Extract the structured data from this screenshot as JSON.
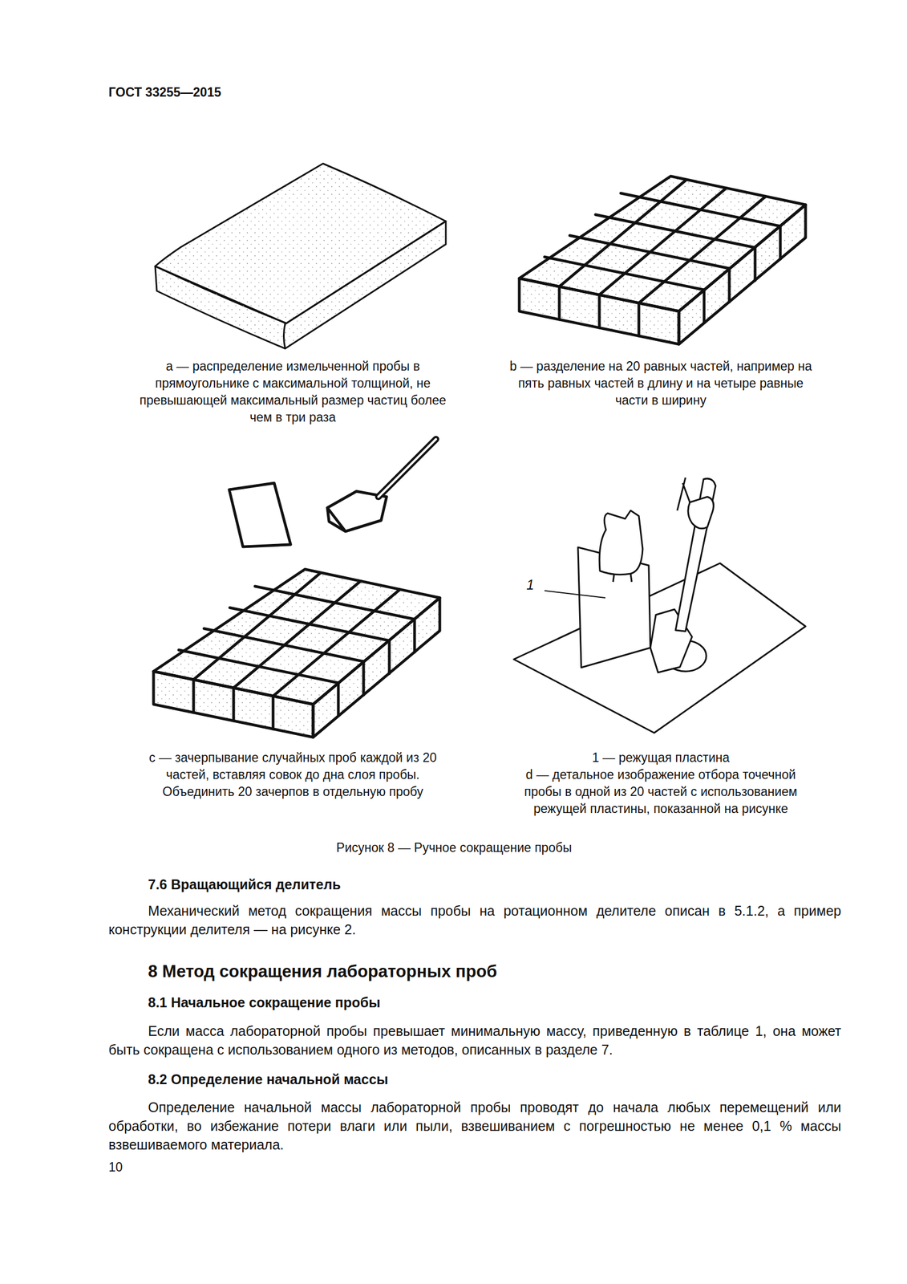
{
  "diagram": {
    "caption": "Рисунок 8 — Ручное сокращение пробы",
    "labels": [
      "ГОСТ 33255—2015",
      "a — распределение измельченной пробы в прямоугольнике с максимальной толщиной, не превышающей максимальный размер частиц более чем в три раза",
      "b — разделение на 20 равных частей, например на пять равных частей в длину и на четыре равные части в ширину",
      "c — зачерпывание случайных проб каждой из 20 частей, вставляя совок до дна слоя пробы. Объединить 20 зачерпов в отдельную пробу",
      "1",
      "1 — режущая пластина",
      "d — детальное изображение отбора точечной пробы в одной из 20 частей с использованием режущей пластины, показанной на рисунке",
      "7.6 Вращающийся делитель",
      "Механический метод сокращения массы пробы на ротационном делителе описан в 5.1.2, а пример конструкции делителя — на рисунке 2.",
      "8 Метод сокращения лабораторных проб",
      "8.1 Начальное сокращение пробы",
      "Если масса лабораторной пробы превышает минимальную массу, приведенную в таблице 1, она может быть сокращена с использованием одного из методов, описанных в разделе 7.",
      "8.2 Определение начальной массы",
      "Определение начальной массы лабораторной пробы проводят до начала любых перемещений или обработки, во избежание потери влаги или пыли, взвешиванием с погрешностью не менее 0,1 % массы взвешиваемого материала.",
      "10"
    ]
  }
}
